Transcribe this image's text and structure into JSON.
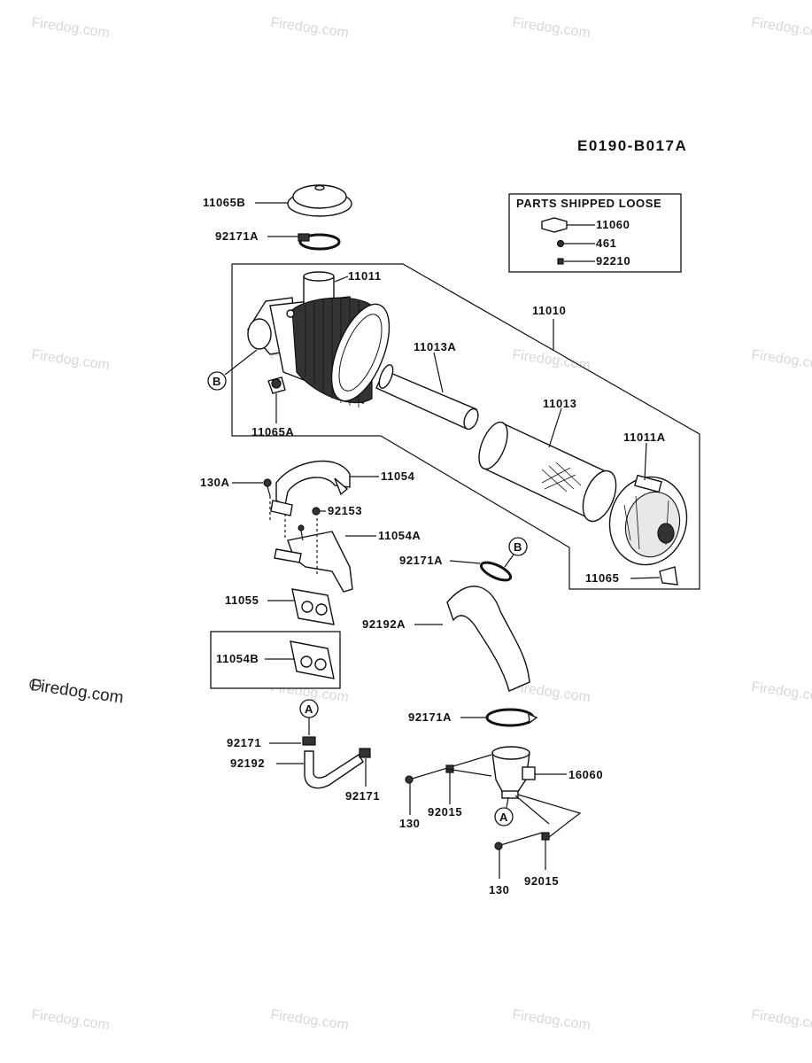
{
  "diagram_code": "E0190-B017A",
  "loose_box": {
    "title": "PARTS SHIPPED LOOSE",
    "items": [
      "11060",
      "461",
      "92210"
    ]
  },
  "labels": {
    "p11065B": "11065B",
    "p92171A_top": "92171A",
    "p11011": "11011",
    "p11010": "11010",
    "p11013A": "11013A",
    "p11013": "11013",
    "p11011A": "11011A",
    "p11065A": "11065A",
    "p11065": "11065",
    "p130A": "130A",
    "p11054": "11054",
    "p92153": "92153",
    "p11054A": "11054A",
    "p11055": "11055",
    "p11054B": "11054B",
    "p92171A_mid": "92171A",
    "p92192A": "92192A",
    "p92171A_low": "92171A",
    "p16060": "16060",
    "p92171_a": "92171",
    "p92192": "92192",
    "p92171_b": "92171",
    "p130_a": "130",
    "p92015_a": "92015",
    "p130_b": "130",
    "p92015_b": "92015"
  },
  "callouts": {
    "b_left": "B",
    "b_right": "B",
    "a_left": "A",
    "a_right": "A"
  },
  "watermark": {
    "small": "Firedog.com",
    "large": "Firedog.com"
  }
}
